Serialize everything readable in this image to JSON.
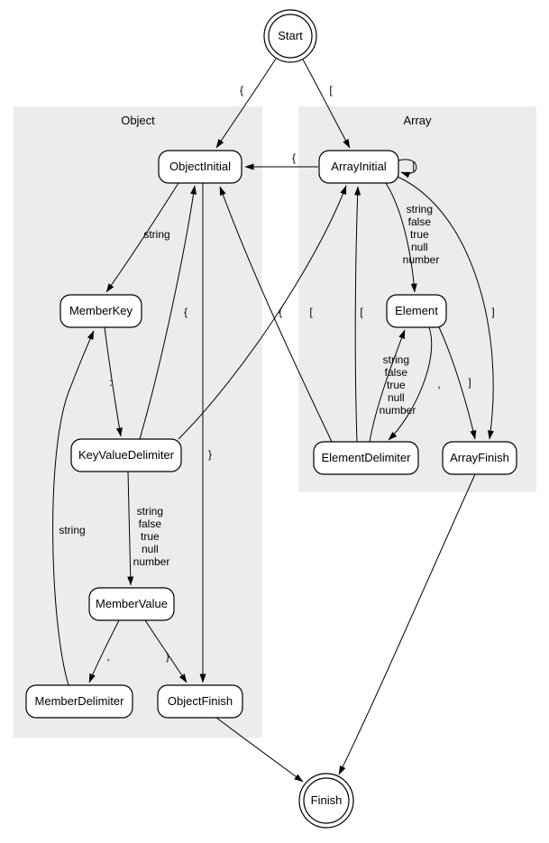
{
  "colors": {
    "cluster_fill": "#ececec",
    "node_fill": "#ffffff",
    "stroke": "#000000",
    "background": "#ffffff"
  },
  "clusters": {
    "object": {
      "label": "Object"
    },
    "array": {
      "label": "Array"
    }
  },
  "nodes": {
    "start": {
      "label": "Start"
    },
    "object_initial": {
      "label": "ObjectInitial"
    },
    "array_initial": {
      "label": "ArrayInitial"
    },
    "member_key": {
      "label": "MemberKey"
    },
    "element": {
      "label": "Element"
    },
    "key_value_delimiter": {
      "label": "KeyValueDelimiter"
    },
    "element_delimiter": {
      "label": "ElementDelimiter"
    },
    "array_finish": {
      "label": "ArrayFinish"
    },
    "member_value": {
      "label": "MemberValue"
    },
    "member_delimiter": {
      "label": "MemberDelimiter"
    },
    "object_finish": {
      "label": "ObjectFinish"
    },
    "finish": {
      "label": "Finish"
    }
  },
  "edge_labels": {
    "start_to_object_initial": "{",
    "start_to_array_initial": "[",
    "array_initial_to_object_initial": "{",
    "array_initial_self_loop": "[",
    "object_initial_to_member_key": "string",
    "member_key_to_key_value_delimiter": ":",
    "key_value_delimiter_to_member_value": [
      "string",
      "false",
      "true",
      "null",
      "number"
    ],
    "key_value_delimiter_to_object_initial": "{",
    "key_value_delimiter_to_array_initial": "[",
    "member_value_to_member_delimiter": ",",
    "member_value_to_object_finish": "}",
    "member_delimiter_to_member_key": "string",
    "object_initial_to_object_finish": "}",
    "array_initial_to_element": [
      "string",
      "false",
      "true",
      "null",
      "number"
    ],
    "element_to_element_delimiter": ",",
    "element_delimiter_to_element": [
      "string",
      "false",
      "true",
      "null",
      "number"
    ],
    "element_to_array_finish": "]",
    "array_initial_to_array_finish": "]",
    "element_delimiter_to_object_initial": "{",
    "element_delimiter_to_array_initial": "[",
    "object_finish_to_finish": "",
    "array_finish_to_finish": ""
  }
}
